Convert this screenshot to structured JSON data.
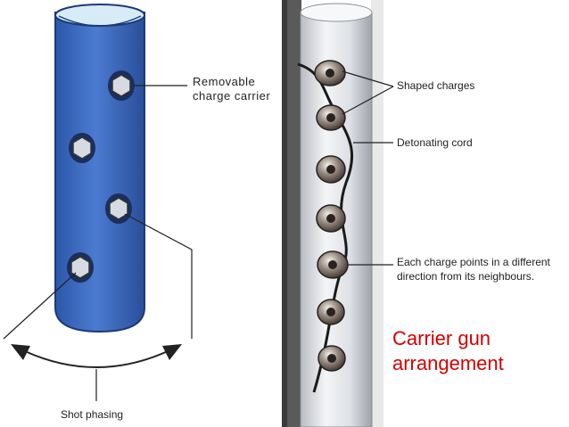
{
  "left_panel": {
    "labels": {
      "removable_line1": "Removable",
      "removable_line2": "charge carrier",
      "shot_phasing": "Shot phasing"
    }
  },
  "right_panel": {
    "labels": {
      "shaped_charges": "Shaped charges",
      "detonating_cord": "Detonating cord",
      "direction_line1": "Each charge points in a different",
      "direction_line2": "direction from its neighbours."
    },
    "caption_line1": "Carrier gun",
    "caption_line2": "arrangement"
  },
  "colors": {
    "tube_blue": "#3f6fc4",
    "tube_dark": "#22407f",
    "caption_red": "#d40000",
    "divider": "#3a3a3a"
  },
  "icons": [
    "hex-port-icon",
    "shaped-charge-icon",
    "phasing-arrow-icon"
  ]
}
